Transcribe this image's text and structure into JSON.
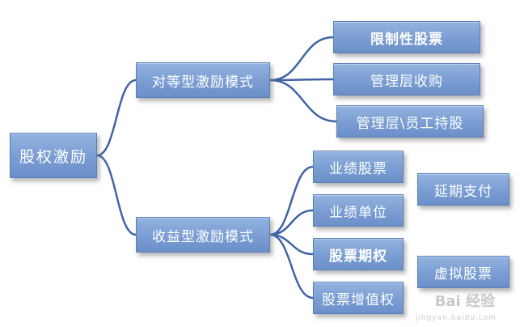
{
  "diagram": {
    "root": {
      "label": "股权激励"
    },
    "branch_equal": {
      "label": "对等型激励模式"
    },
    "branch_income": {
      "label": "收益型激励模式"
    },
    "leaf_restricted_stock": {
      "label": "限制性股票"
    },
    "leaf_mbo": {
      "label": "管理层收购"
    },
    "leaf_mgmt_employee_stock": {
      "label": "管理层\\员工持股"
    },
    "leaf_performance_stock": {
      "label": "业绩股票"
    },
    "leaf_performance_unit": {
      "label": "业绩单位"
    },
    "leaf_stock_option": {
      "label": "股票期权"
    },
    "leaf_sar": {
      "label": "股票增值权"
    },
    "leaf_deferred_payment": {
      "label": "延期支付"
    },
    "leaf_virtual_stock": {
      "label": "虚拟股票"
    },
    "connector_color": "#3f64a6"
  },
  "watermark": {
    "brand": "Bai 经验",
    "url": "jingyan.baidu.com"
  }
}
